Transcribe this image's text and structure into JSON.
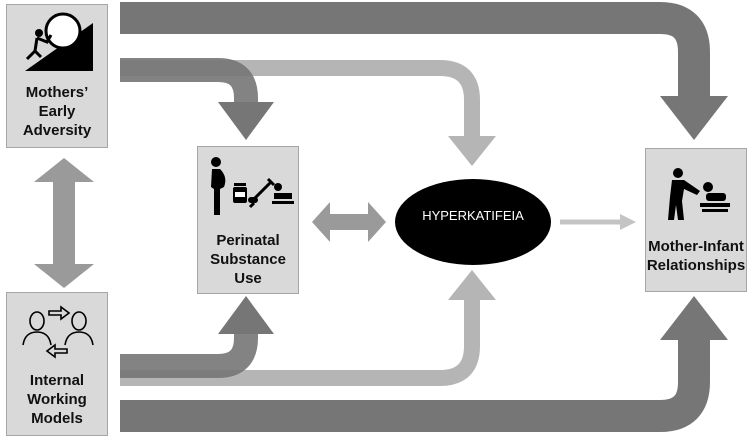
{
  "nodes": {
    "mothers_early_adversity": {
      "label_lines": [
        "Mothers’",
        "Early",
        "Adversity"
      ],
      "icon": "person-pushing-boulder-uphill-icon"
    },
    "internal_working_models": {
      "label_lines": [
        "Internal",
        "Working",
        "Models"
      ],
      "icon": "two-people-exchange-icon"
    },
    "perinatal_substance_use": {
      "label_lines": [
        "Perinatal",
        "Substance",
        "Use"
      ],
      "icon": "pregnancy-substance-icons"
    },
    "hyperkatifeia": {
      "label": "HYPERKATIFEIA"
    },
    "mother_infant_relationships": {
      "label_lines": [
        "Mother-Infant",
        "Relationships"
      ],
      "icon": "parent-changing-baby-icon"
    }
  },
  "colors": {
    "box_fill": "#d9d9d9",
    "box_border": "#a6a6a6",
    "dark_arrow": "#767676",
    "light_arrow": "#b5b5b5",
    "ellipse": "#000000"
  }
}
